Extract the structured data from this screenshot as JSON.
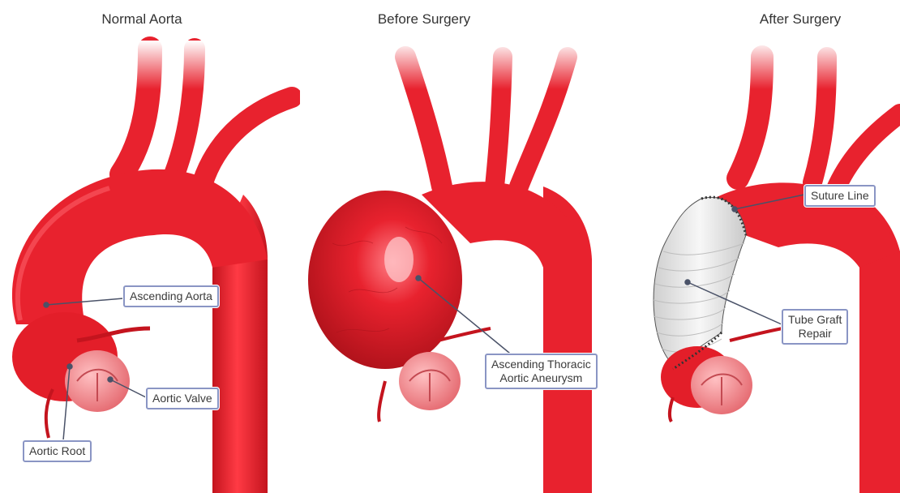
{
  "panels": [
    {
      "title": "Normal Aorta",
      "labels": {
        "ascending_aorta": "Ascending Aorta",
        "aortic_valve": "Aortic Valve",
        "aortic_root": "Aortic Root"
      }
    },
    {
      "title": "Before Surgery",
      "labels": {
        "aneurysm_line1": "Ascending Thoracic",
        "aneurysm_line2": "Aortic Aneurysm"
      }
    },
    {
      "title": "After Surgery",
      "labels": {
        "suture_line": "Suture Line",
        "graft_line1": "Tube Graft",
        "graft_line2": "Repair"
      }
    }
  ],
  "colors": {
    "aorta": "#e8222e",
    "aorta_dark": "#c21621",
    "valve": "#f07b80",
    "graft": "#e6e6e6",
    "label_border": "#8a95c4",
    "leader_line": "#4a5268"
  }
}
